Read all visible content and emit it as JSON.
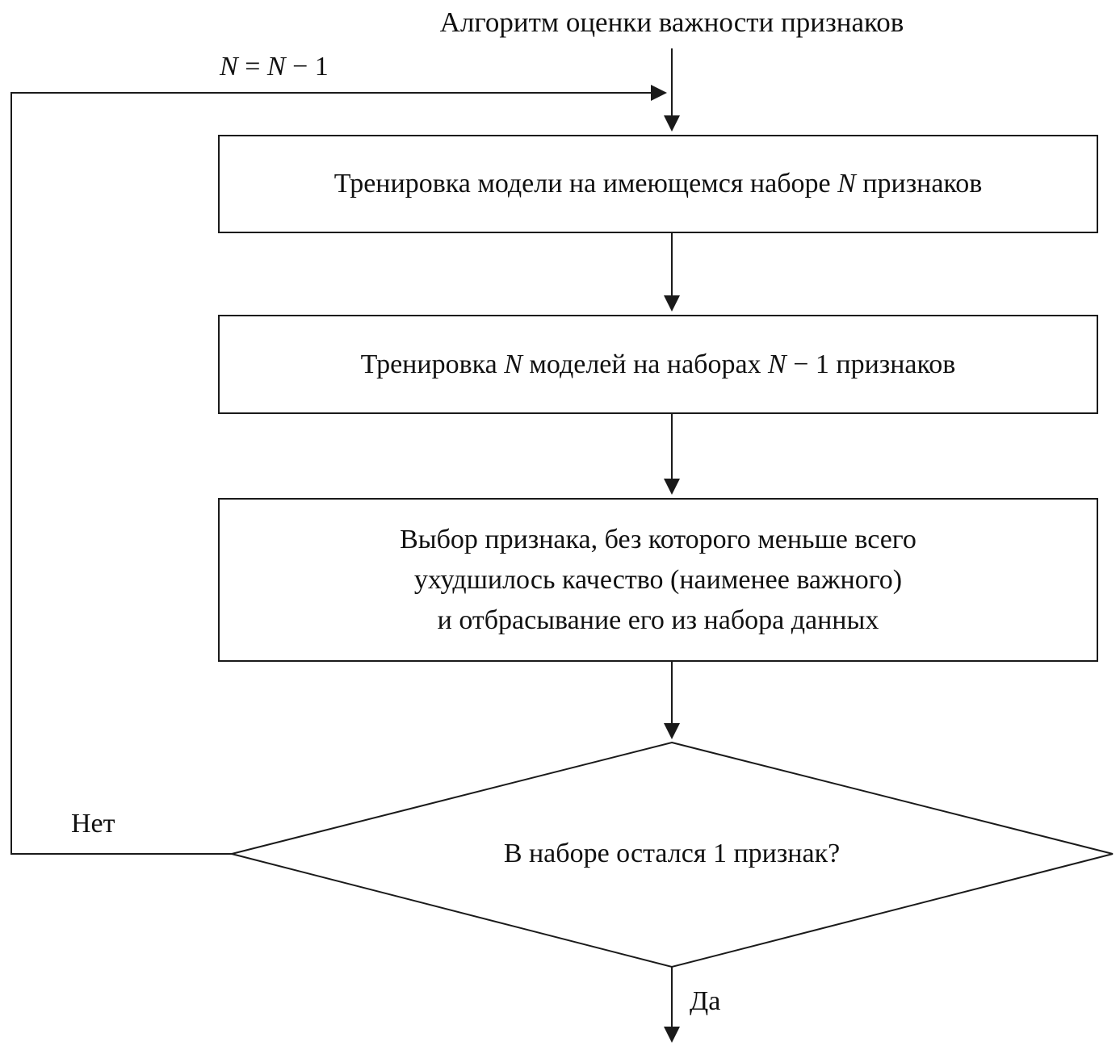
{
  "diagram": {
    "title": "Алгоритм оценки важности признаков",
    "loop_label": {
      "n1": "N",
      "eq": " = ",
      "n2": "N",
      "post": " − 1"
    },
    "box1": {
      "pre": "Тренировка модели на имеющемся наборе ",
      "n": "N",
      "post": " признаков"
    },
    "box2": {
      "pre": "Тренировка ",
      "n1": "N",
      "mid": " моделей на наборах ",
      "n2": "N",
      "post": " − 1 признаков"
    },
    "box3": {
      "line1": "Выбор признака, без которого меньше всего",
      "line2": "ухудшилось качество (наименее важного)",
      "line3": "и отбрасывание его из набора данных"
    },
    "decision": {
      "text": "В наборе остался 1 признак?"
    },
    "no_label": "Нет",
    "yes_label": "Да",
    "colors": {
      "line": "#1a1a1a",
      "background": "#ffffff",
      "text": "#111111"
    }
  }
}
